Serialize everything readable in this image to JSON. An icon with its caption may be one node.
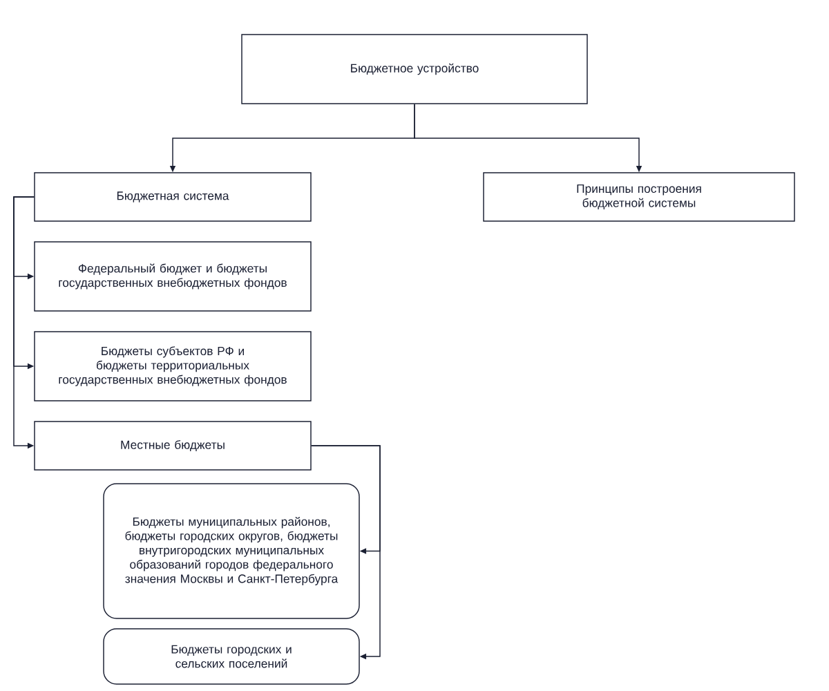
{
  "diagram": {
    "nodes": [
      {
        "text": [
          "Бюджетное устройство"
        ]
      },
      {
        "text": [
          "Бюджетная система"
        ]
      },
      {
        "text": [
          "Принципы построения бюджетной системы"
        ]
      },
      {
        "text": [
          "Федеральный бюджет и бюджеты государственных внебюджетных фондов"
        ]
      },
      {
        "text": [
          "Бюджеты субъектов РФ и бюджеты территориальных государственных внебюджетных фондов"
        ]
      },
      {
        "text": [
          "Местные бюджеты"
        ]
      },
      {
        "text": [
          "Бюджеты муниципальных районов, бюджеты городских округов, бюджеты внутригородских муниципальных образований городов федерального значения Москвы и Санкт-Петербурга"
        ]
      },
      {
        "text": [
          "Бюджеты городских и сельских поселений"
        ]
      }
    ],
    "edges": [
      {
        "from": 0,
        "to": 1,
        "arrow": "to"
      },
      {
        "from": 0,
        "to": 2,
        "arrow": "to"
      },
      {
        "from": 1,
        "to": 3,
        "arrow": "to"
      },
      {
        "from": 1,
        "to": 4,
        "arrow": "to"
      },
      {
        "from": 1,
        "to": 5,
        "arrow": "to"
      },
      {
        "from": 5,
        "to": 6,
        "arrow": "to"
      },
      {
        "from": 5,
        "to": 7,
        "arrow": "to"
      }
    ]
  }
}
